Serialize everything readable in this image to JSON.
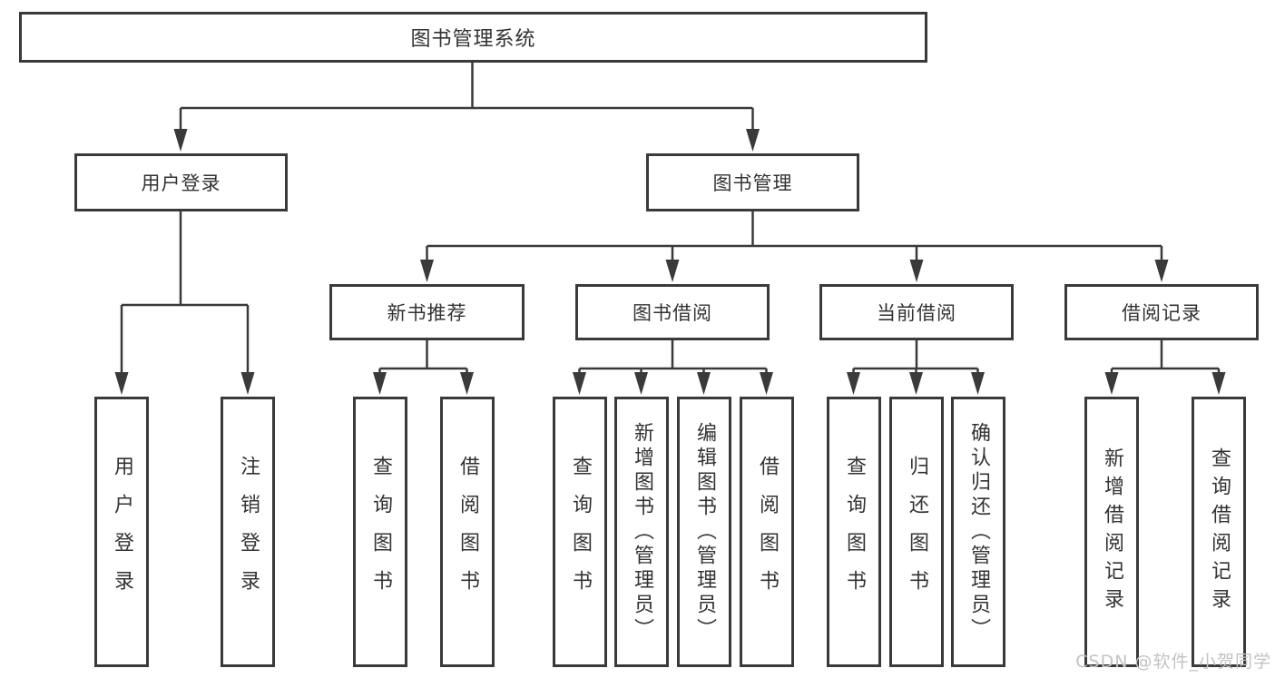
{
  "diagram": {
    "root": {
      "label": "图书管理系统"
    },
    "branches": [
      {
        "label": "用户登录",
        "children": [
          {
            "label": "用户登录"
          },
          {
            "label": "注销登录"
          }
        ]
      },
      {
        "label": "图书管理",
        "children": [
          {
            "label": "新书推荐",
            "children": [
              {
                "label": "查询图书"
              },
              {
                "label": "借阅图书"
              }
            ]
          },
          {
            "label": "图书借阅",
            "children": [
              {
                "label": "查询图书"
              },
              {
                "label": "新增图书（管理员）"
              },
              {
                "label": "编辑图书（管理员）"
              },
              {
                "label": "借阅图书"
              }
            ]
          },
          {
            "label": "当前借阅",
            "children": [
              {
                "label": "查询图书"
              },
              {
                "label": "归还图书"
              },
              {
                "label": "确认归还（管理员）"
              }
            ]
          },
          {
            "label": "借阅记录",
            "children": [
              {
                "label": "新增借阅记录"
              },
              {
                "label": "查询借阅记录"
              }
            ]
          }
        ]
      }
    ]
  },
  "watermark": {
    "text": "CSDN @软件_小贺同学"
  },
  "colors": {
    "line": "#3a3a3a",
    "box_border": "#3a3a3a",
    "text": "#333333",
    "watermark": "#c3c3c3",
    "background": "#ffffff"
  }
}
